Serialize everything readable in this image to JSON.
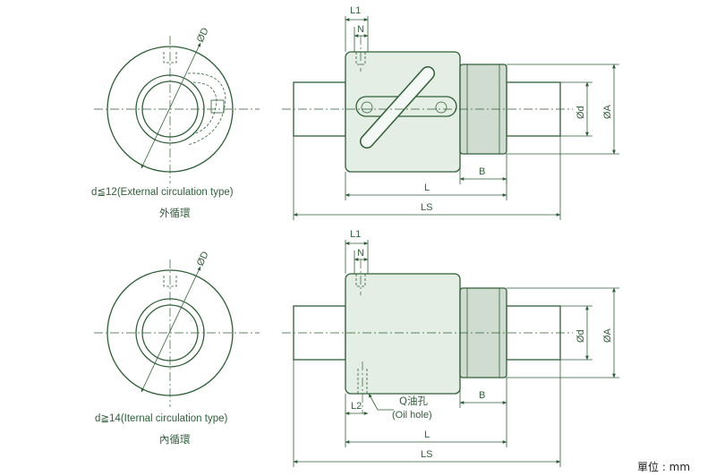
{
  "labels": {
    "l1": "L1",
    "n": "N",
    "diam_d_upper": "ØD",
    "diam_d_small": "Ød",
    "diam_a": "ØA",
    "b": "B",
    "l": "L",
    "ls": "LS",
    "l2": "L2",
    "oil_hole_cn": "Q油孔",
    "oil_hole_en": "(Oil hole)"
  },
  "captions": {
    "external_en": "d≦12(External circulation type)",
    "external_cn": "外循環",
    "internal_en": "d≧14(Iternal circulation type)",
    "internal_cn": "內循環"
  },
  "unit_note": "單位 : mm",
  "colors": {
    "line": "#2e5f36",
    "body_fill": "#e4eee4",
    "flange_fill": "#cfdccf"
  }
}
